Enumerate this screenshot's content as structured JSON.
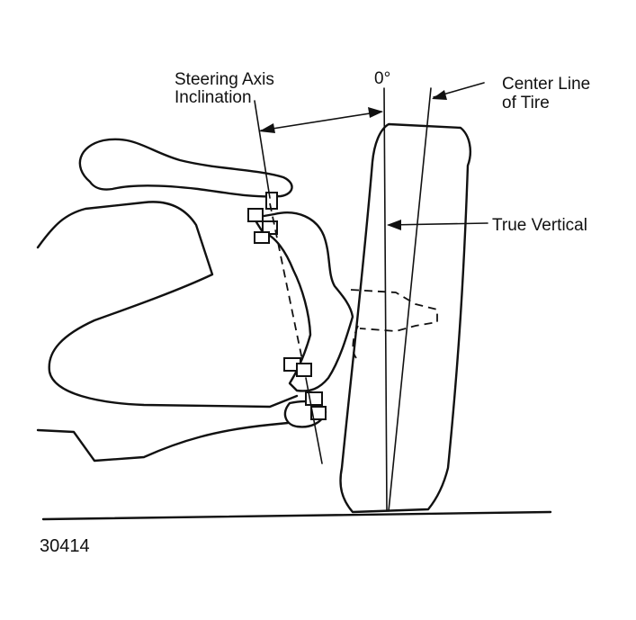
{
  "labels": {
    "sai_line1": "Steering Axis",
    "sai_line2": "Inclination",
    "zero_degree": "0°",
    "centerline_line1": "Center Line",
    "centerline_line2": "of Tire",
    "true_vertical": "True Vertical"
  },
  "figure_number": "30414"
}
